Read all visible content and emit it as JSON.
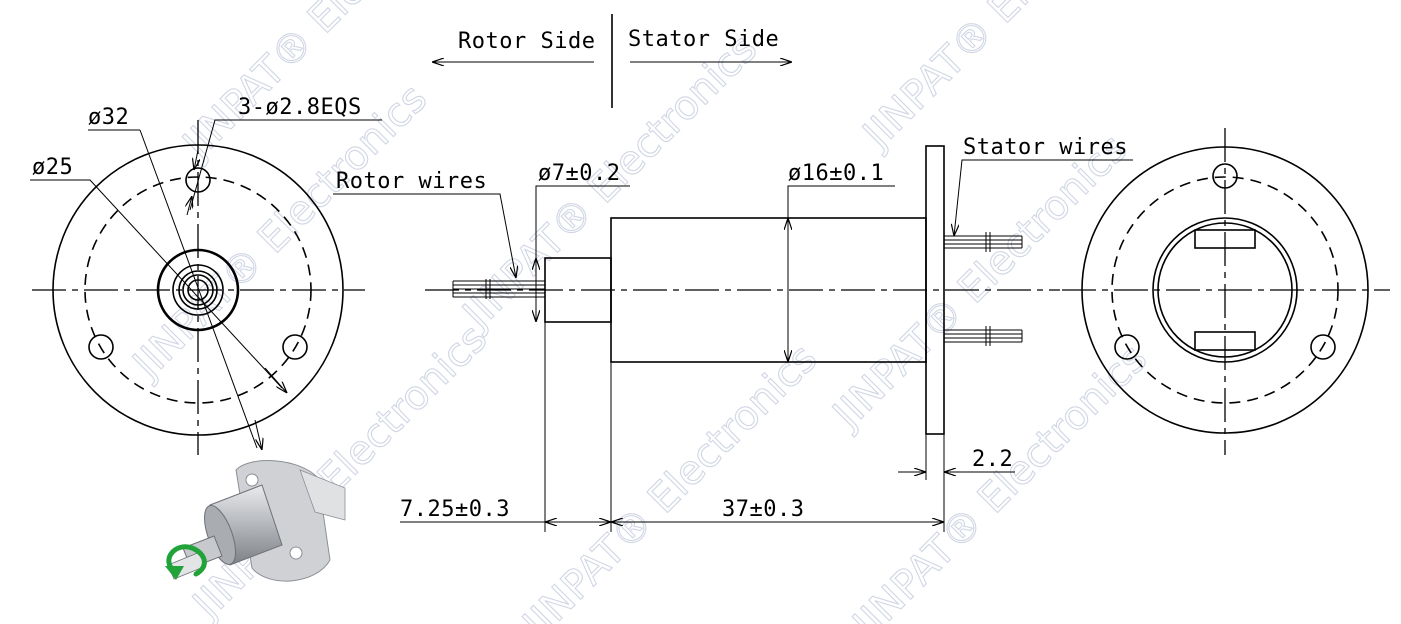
{
  "watermark": {
    "brand": "JINPAT",
    "suffix": "® Electronics"
  },
  "direction": {
    "rotor_side": "Rotor Side",
    "stator_side": "Stator Side"
  },
  "front_view": {
    "hole_spec": "3-ø2.8EQS",
    "outer_dia": "ø32",
    "pcd_dia": "ø25"
  },
  "side_view": {
    "rotor_wires": "Rotor wires",
    "shaft_dia": "ø7±0.2",
    "body_dia": "ø16±0.1",
    "stator_wires": "Stator wires",
    "flange_thickness": "2.2",
    "shaft_length": "7.25±0.3",
    "body_length": "37±0.3"
  },
  "colors": {
    "line": "#000000",
    "watermark": "#d0d6e4",
    "rotation_arrow": "#22a33a",
    "body_gray": "#b9bcc0"
  }
}
